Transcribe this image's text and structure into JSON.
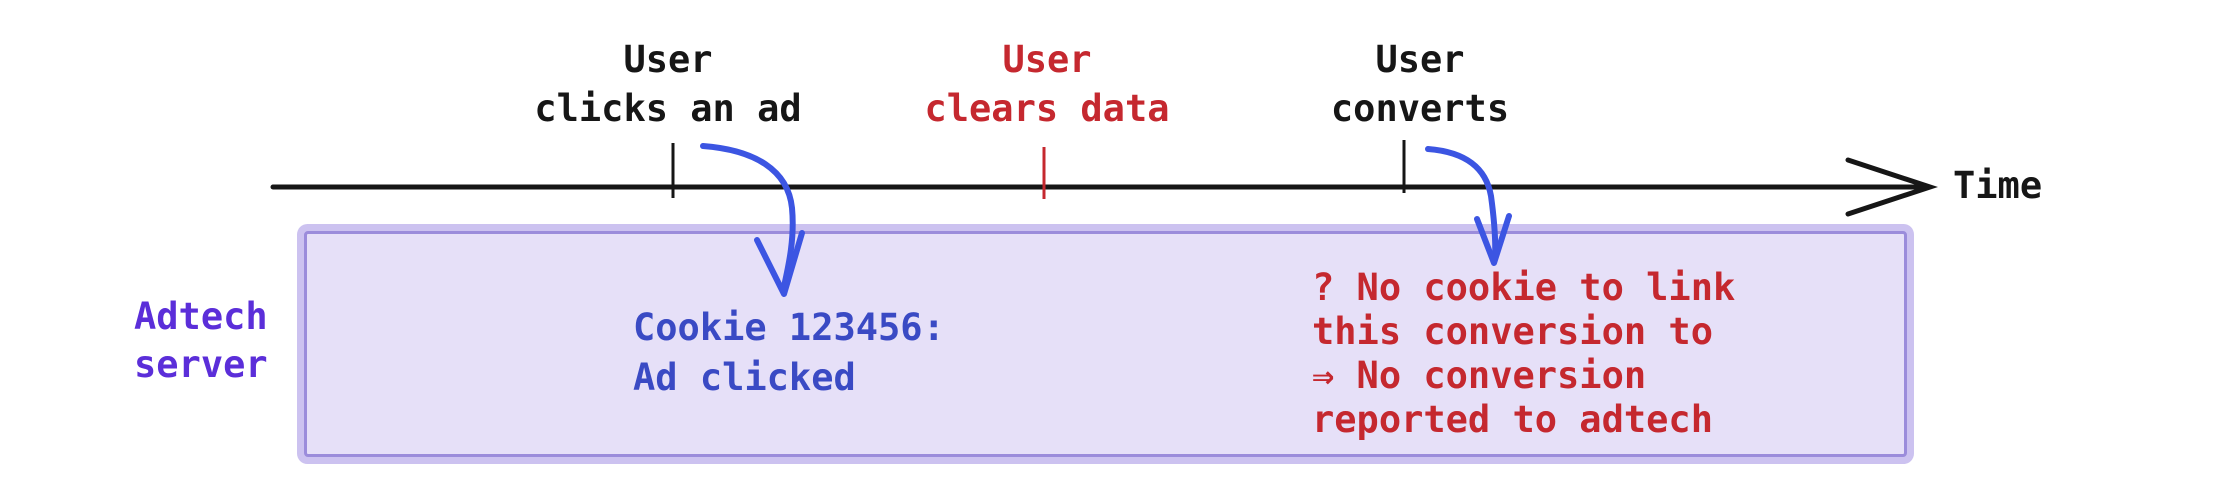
{
  "colors": {
    "background": "#ffffff",
    "black": "#161616",
    "red": "#c5282f",
    "purple-text": "#5b2ed9",
    "blue-text": "#3a4ac4",
    "blue-arrow": "#3c55e2",
    "box-fill": "#e6e0f8",
    "box-border": "#9b8cdb",
    "box-outer": "#ccc2f0"
  },
  "timeline": {
    "axis_label": "Time",
    "events": [
      {
        "line1": "User",
        "line2": "clicks an ad"
      },
      {
        "line1": "User",
        "line2": "clears data"
      },
      {
        "line1": "User",
        "line2": "converts"
      }
    ]
  },
  "server": {
    "line1": "Adtech",
    "line2": "server"
  },
  "box_notes": {
    "cookie": {
      "line1": "Cookie 123456:",
      "line2": "Ad clicked"
    },
    "no_cookie": {
      "line1": "? No cookie to link",
      "line2": "this conversion to",
      "line3": "⇒ No conversion",
      "line4": "reported to adtech"
    }
  }
}
